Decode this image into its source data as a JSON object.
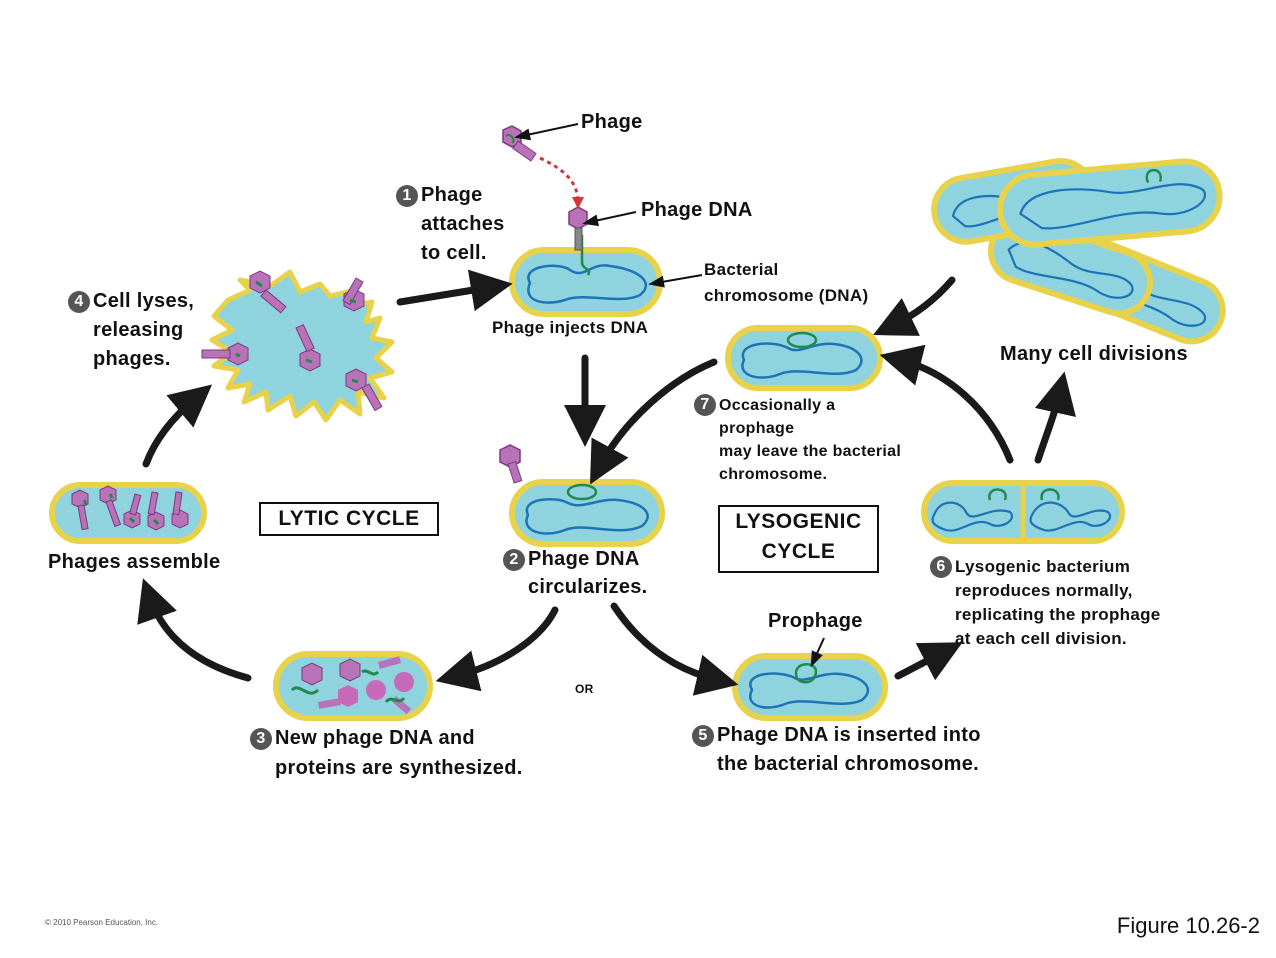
{
  "labels": {
    "phage": "Phage",
    "phage_dna": "Phage DNA",
    "bacterial_chromosome": "Bacterial\nchromosome (DNA)",
    "phage_injects_dna": "Phage injects DNA",
    "many_cell_divisions": "Many cell divisions",
    "phages_assemble": "Phages assemble",
    "prophage": "Prophage",
    "or": "OR"
  },
  "steps": [
    {
      "number": "1",
      "text": "Phage\nattaches\nto cell."
    },
    {
      "number": "2",
      "text": "Phage DNA\ncircularizes."
    },
    {
      "number": "3",
      "text": "New phage DNA and\nproteins are synthesized."
    },
    {
      "number": "4",
      "text": "Cell lyses,\nreleasing\nphages."
    },
    {
      "number": "5",
      "text": "Phage DNA is inserted into\nthe bacterial chromosome."
    },
    {
      "number": "6",
      "text": "Lysogenic bacterium\nreproduces normally,\nreplicating the prophage\nat each cell division."
    },
    {
      "number": "7",
      "text": "Occasionally a\nprophage\nmay leave the bacterial\nchromosome."
    }
  ],
  "cycles": {
    "lytic": "LYTIC CYCLE",
    "lysogenic": "LYSOGENIC\nCYCLE"
  },
  "footer": {
    "copyright": "© 2010 Pearson Education, Inc.",
    "figure": "Figure 10.26-2"
  },
  "colors": {
    "cell_fill": "#8fd3df",
    "cell_border": "#e8d24a",
    "chromosome": "#1e73b8",
    "phage_dna": "#1f8a4c",
    "phage": "#b873b8",
    "arrow": "#1a1a1a",
    "dotted_arrow": "#d8333b"
  }
}
